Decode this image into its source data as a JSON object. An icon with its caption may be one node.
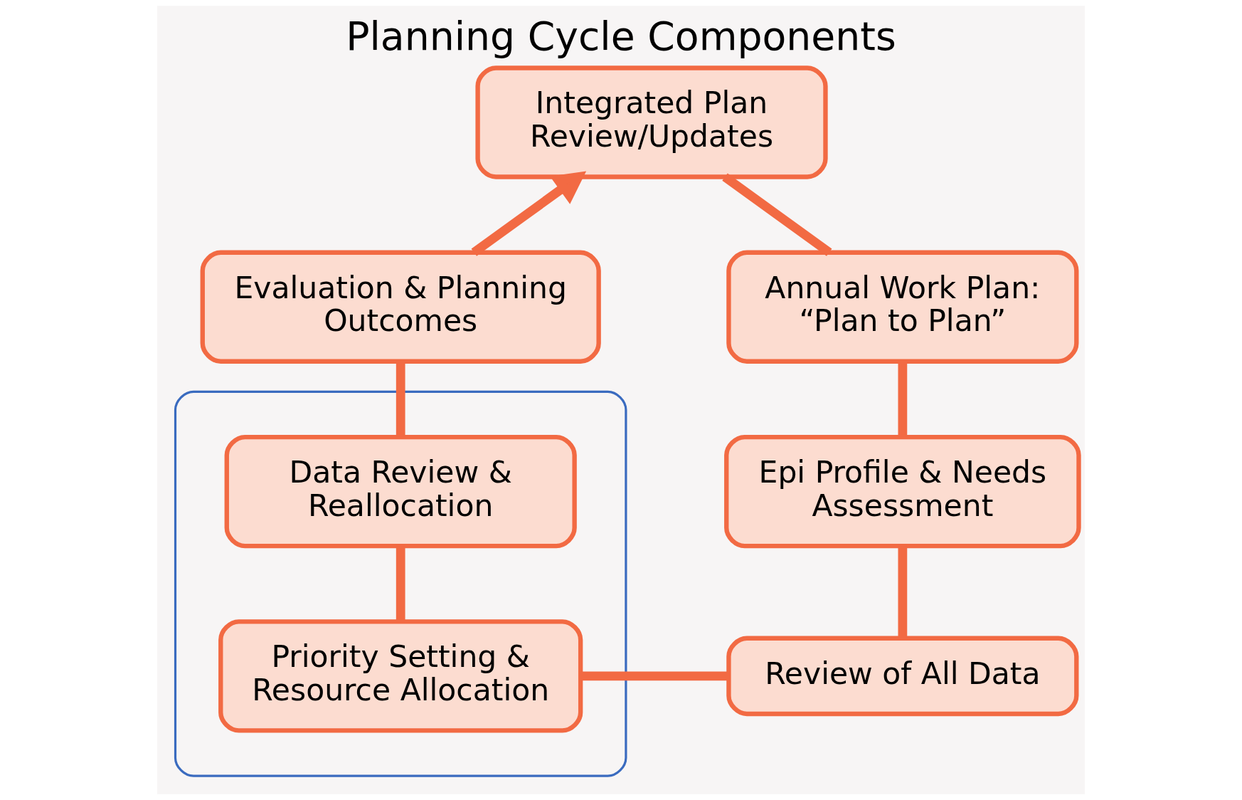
{
  "diagram": {
    "title": "Planning Cycle Components",
    "nodes": [
      {
        "text": [
          "Integrated Plan Review/Updates"
        ]
      },
      {
        "text": [
          "Evaluation & Planning Outcomes"
        ]
      },
      {
        "text": [
          "Annual Work Plan: “Plan to Plan”"
        ]
      },
      {
        "text": [],
        "shape": "ellipse"
      },
      {
        "text": [
          "Data Review & Reallocation"
        ],
        "in": 3
      },
      {
        "text": [
          "Epi Profile & Needs Assessment"
        ]
      },
      {
        "text": [
          "Priority Setting & Resource Allocation"
        ],
        "in": 3
      },
      {
        "text": [
          "Review of All Data"
        ]
      }
    ],
    "edges": [
      {
        "from": 0,
        "to": 2,
        "arrow": "none"
      },
      {
        "from": 2,
        "to": 5,
        "arrow": "none"
      },
      {
        "from": 5,
        "to": 7,
        "arrow": "none"
      },
      {
        "from": 7,
        "to": 6,
        "arrow": "none"
      },
      {
        "from": 6,
        "to": 4,
        "arrow": "none"
      },
      {
        "from": 4,
        "to": 1,
        "arrow": "none"
      },
      {
        "from": 1,
        "to": 0,
        "arrow": "to"
      }
    ]
  }
}
